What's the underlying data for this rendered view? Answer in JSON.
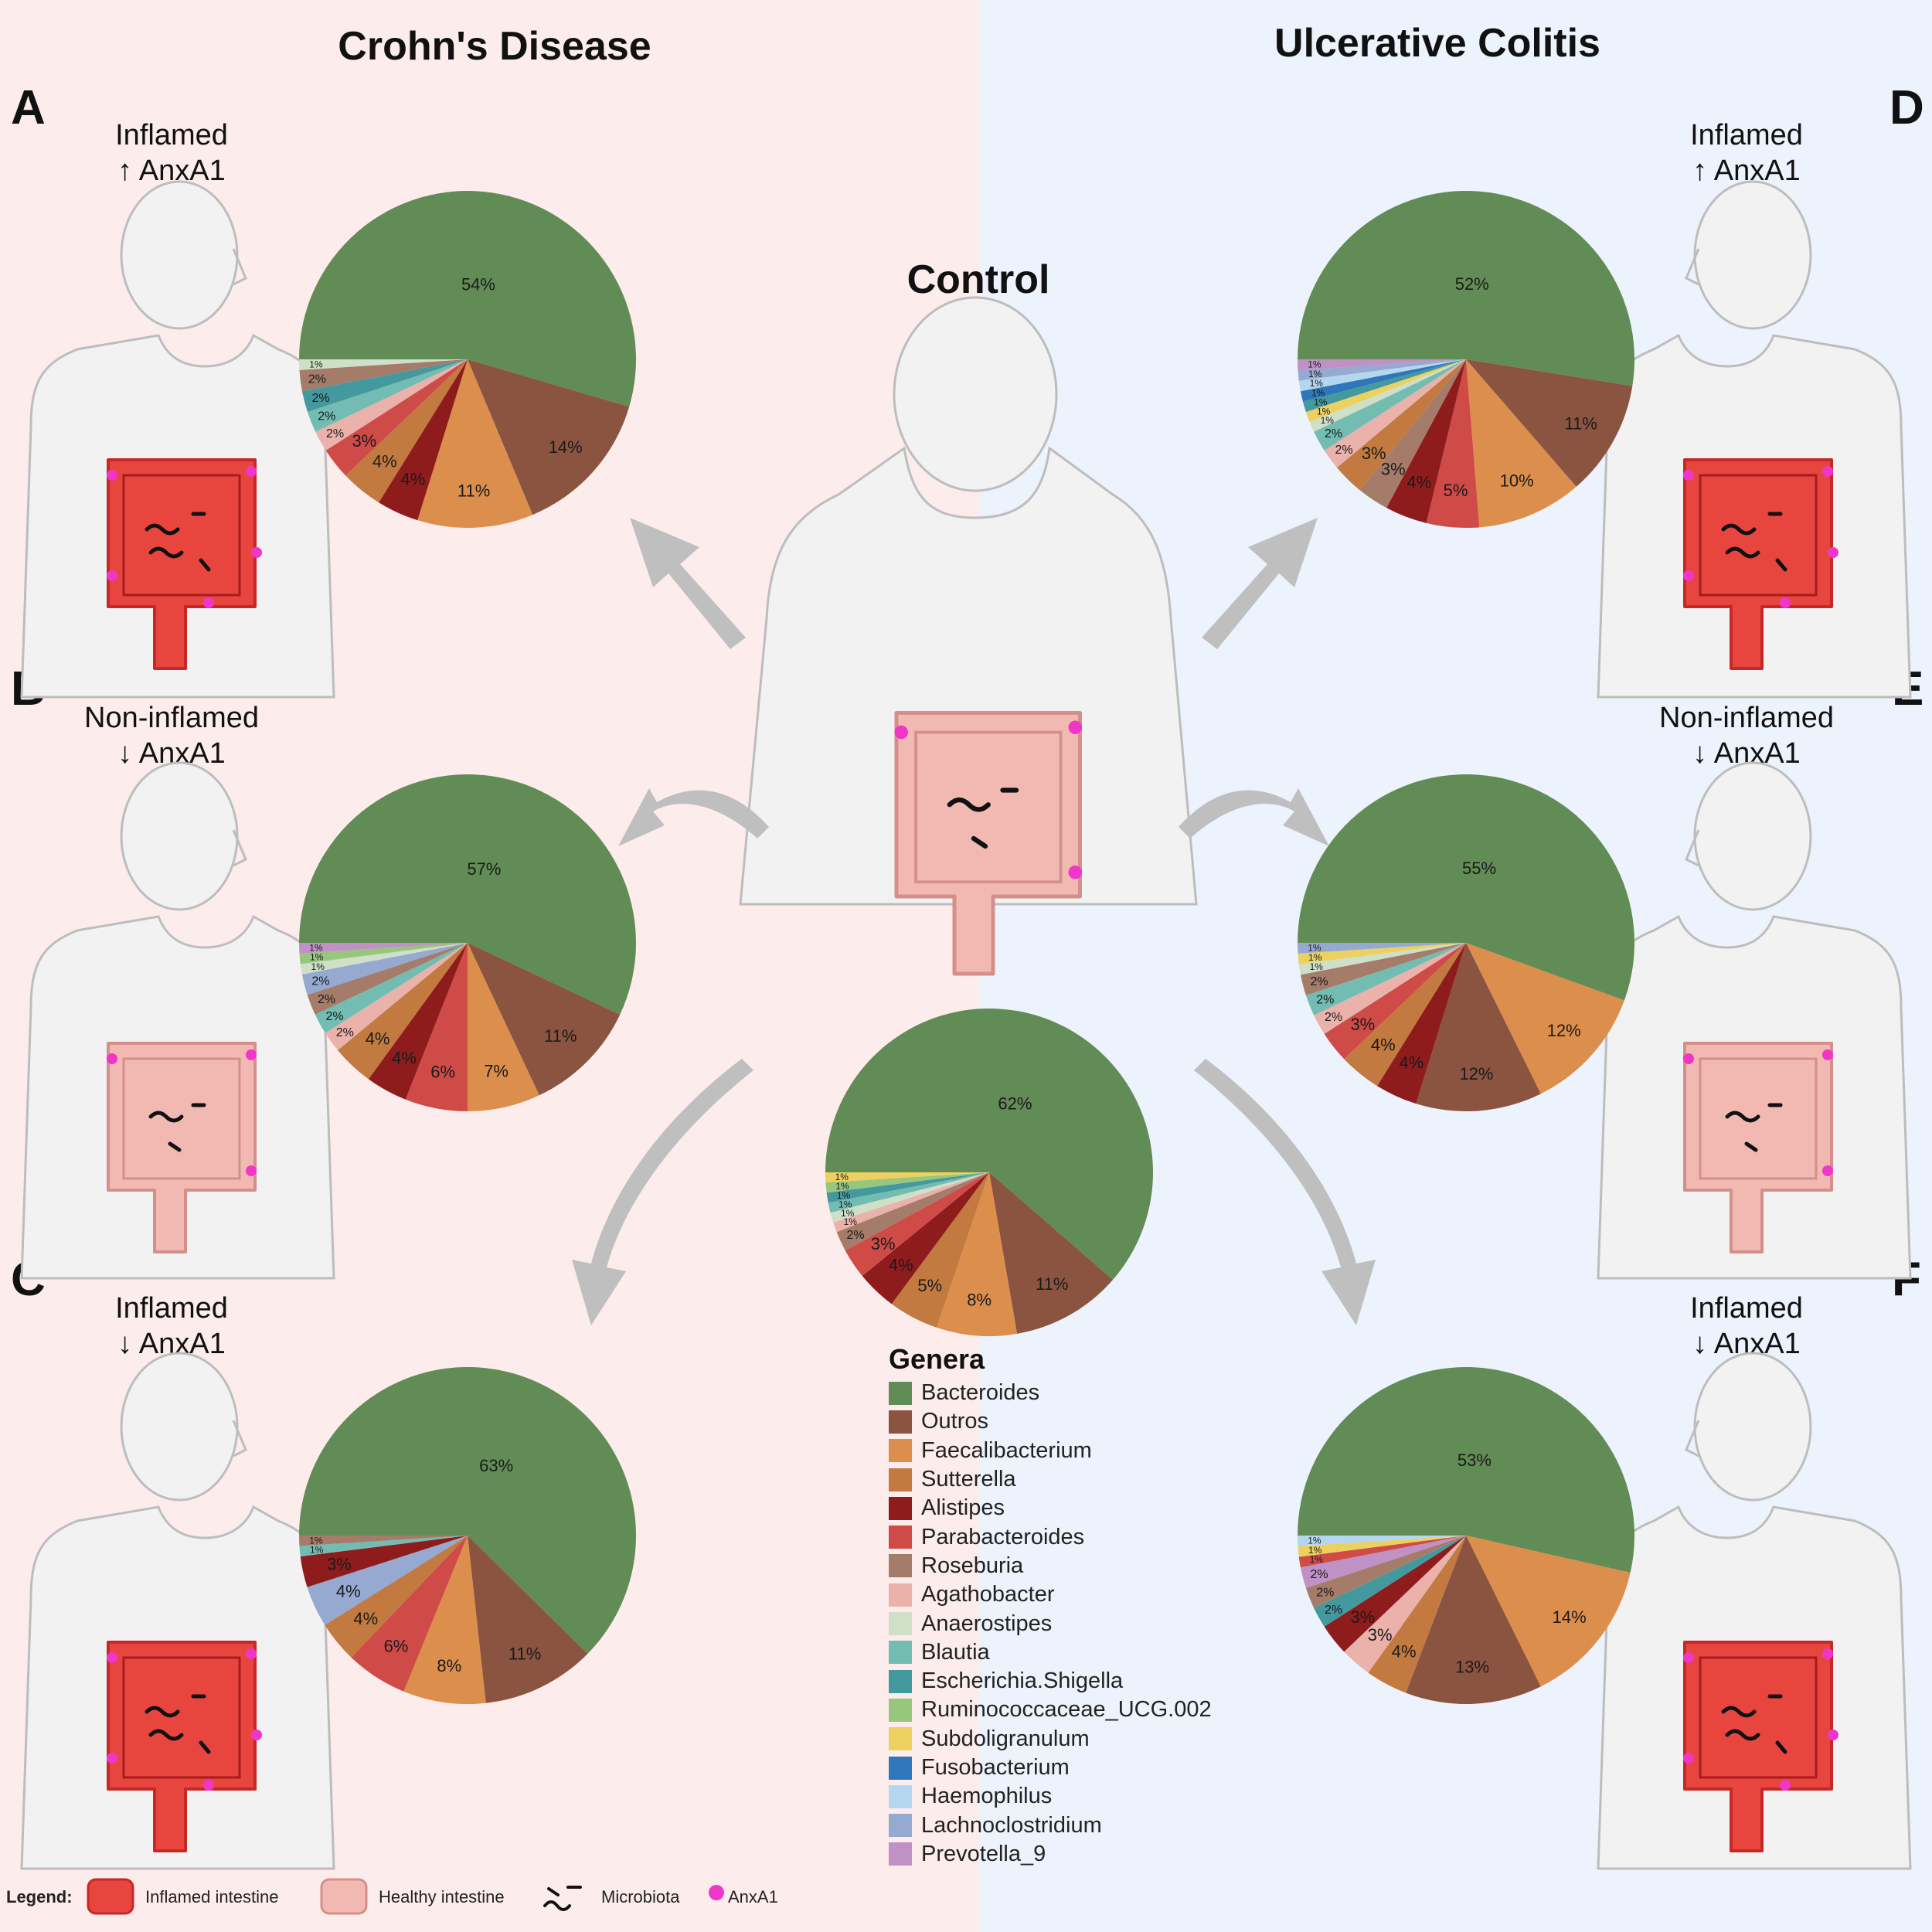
{
  "titles": {
    "crohns": "Crohn's Disease",
    "uc": "Ulcerative Colitis",
    "control": "Control"
  },
  "panels": [
    {
      "letter": "A",
      "line1": "Inflamed",
      "line2": "↑ AnxA1"
    },
    {
      "letter": "B",
      "line1": "Non-inflamed",
      "line2": "↓ AnxA1"
    },
    {
      "letter": "C",
      "line1": "Inflamed",
      "line2": "↓ AnxA1"
    },
    {
      "letter": "D",
      "line1": "Inflamed",
      "line2": "↑ AnxA1"
    },
    {
      "letter": "E",
      "line1": "Non-inflamed",
      "line2": "↓ AnxA1"
    },
    {
      "letter": "F",
      "line1": "Inflamed",
      "line2": "↓ AnxA1"
    }
  ],
  "legend": {
    "title": "Genera",
    "genera": [
      {
        "name": "Bacteroides",
        "color": "#628c55"
      },
      {
        "name": "Outros",
        "color": "#8a5440"
      },
      {
        "name": "Faecalibacterium",
        "color": "#dc8e4c"
      },
      {
        "name": "Sutterella",
        "color": "#c27a40"
      },
      {
        "name": "Alistipes",
        "color": "#8f1c1c"
      },
      {
        "name": "Parabacteroides",
        "color": "#cf4b47"
      },
      {
        "name": "Roseburia",
        "color": "#a57c6a"
      },
      {
        "name": "Agathobacter",
        "color": "#ebb1ab"
      },
      {
        "name": "Anaerostipes",
        "color": "#cfdfc8"
      },
      {
        "name": "Blautia",
        "color": "#72bcb1"
      },
      {
        "name": "Escherichia.Shigella",
        "color": "#44999f"
      },
      {
        "name": "Ruminococcaceae_UCG.002",
        "color": "#97c77c"
      },
      {
        "name": "Subdoligranulum",
        "color": "#ecd060"
      },
      {
        "name": "Fusobacterium",
        "color": "#2f76ba"
      },
      {
        "name": "Haemophilus",
        "color": "#b5d6ef"
      },
      {
        "name": "Lachnoclostridium",
        "color": "#95a9d1"
      },
      {
        "name": "Prevotella_9",
        "color": "#c091c5"
      }
    ]
  },
  "bottom_legend": {
    "label": "Legend:",
    "inflamed": "Inflamed intestine",
    "healthy": "Healthy intestine",
    "microbiota": "Microbiota",
    "anxa1": "AnxA1"
  },
  "chart_data": [
    {
      "type": "pie",
      "panel": "A",
      "slices": [
        [
          "Bacteroides",
          54
        ],
        [
          "Outros",
          14
        ],
        [
          "Faecalibacterium",
          11
        ],
        [
          "Alistipes",
          4
        ],
        [
          "Sutterella",
          4
        ],
        [
          "Parabacteroides",
          3
        ],
        [
          "Agathobacter",
          2
        ],
        [
          "Blautia",
          2
        ],
        [
          "Escherichia.Shigella",
          2
        ],
        [
          "Roseburia",
          2
        ],
        [
          "Anaerostipes",
          1
        ]
      ]
    },
    {
      "type": "pie",
      "panel": "B",
      "slices": [
        [
          "Bacteroides",
          57
        ],
        [
          "Outros",
          11
        ],
        [
          "Faecalibacterium",
          7
        ],
        [
          "Parabacteroides",
          6
        ],
        [
          "Alistipes",
          4
        ],
        [
          "Sutterella",
          4
        ],
        [
          "Agathobacter",
          2
        ],
        [
          "Blautia",
          2
        ],
        [
          "Roseburia",
          2
        ],
        [
          "Lachnoclostridium",
          2
        ],
        [
          "Anaerostipes",
          1
        ],
        [
          "Ruminococcaceae_UCG.002",
          1
        ],
        [
          "Prevotella_9",
          1
        ]
      ]
    },
    {
      "type": "pie",
      "panel": "C",
      "slices": [
        [
          "Bacteroides",
          63
        ],
        [
          "Outros",
          11
        ],
        [
          "Faecalibacterium",
          8
        ],
        [
          "Parabacteroides",
          6
        ],
        [
          "Sutterella",
          4
        ],
        [
          "Lachnoclostridium",
          4
        ],
        [
          "Alistipes",
          3
        ],
        [
          "Blautia",
          1
        ],
        [
          "Roseburia",
          1
        ]
      ]
    },
    {
      "type": "pie",
      "panel": "Control",
      "slices": [
        [
          "Bacteroides",
          62
        ],
        [
          "Outros",
          11
        ],
        [
          "Faecalibacterium",
          8
        ],
        [
          "Sutterella",
          5
        ],
        [
          "Alistipes",
          4
        ],
        [
          "Parabacteroides",
          3
        ],
        [
          "Roseburia",
          2
        ],
        [
          "Agathobacter",
          1
        ],
        [
          "Anaerostipes",
          1
        ],
        [
          "Blautia",
          1
        ],
        [
          "Escherichia.Shigella",
          1
        ],
        [
          "Ruminococcaceae_UCG.002",
          1
        ],
        [
          "Subdoligranulum",
          1
        ]
      ]
    },
    {
      "type": "pie",
      "panel": "D",
      "slices": [
        [
          "Bacteroides",
          52
        ],
        [
          "Outros",
          11
        ],
        [
          "Faecalibacterium",
          10
        ],
        [
          "Parabacteroides",
          5
        ],
        [
          "Alistipes",
          4
        ],
        [
          "Roseburia",
          3
        ],
        [
          "Sutterella",
          3
        ],
        [
          "Agathobacter",
          2
        ],
        [
          "Blautia",
          2
        ],
        [
          "Anaerostipes",
          1
        ],
        [
          "Subdoligranulum",
          1
        ],
        [
          "Escherichia.Shigella",
          1
        ],
        [
          "Fusobacterium",
          1
        ],
        [
          "Haemophilus",
          1
        ],
        [
          "Lachnoclostridium",
          1
        ],
        [
          "Prevotella_9",
          1
        ]
      ]
    },
    {
      "type": "pie",
      "panel": "E",
      "slices": [
        [
          "Bacteroides",
          55
        ],
        [
          "Faecalibacterium",
          12
        ],
        [
          "Outros",
          12
        ],
        [
          "Alistipes",
          4
        ],
        [
          "Sutterella",
          4
        ],
        [
          "Parabacteroides",
          3
        ],
        [
          "Agathobacter",
          2
        ],
        [
          "Blautia",
          2
        ],
        [
          "Roseburia",
          2
        ],
        [
          "Anaerostipes",
          1
        ],
        [
          "Subdoligranulum",
          1
        ],
        [
          "Lachnoclostridium",
          1
        ]
      ]
    },
    {
      "type": "pie",
      "panel": "F",
      "slices": [
        [
          "Bacteroides",
          53
        ],
        [
          "Faecalibacterium",
          14
        ],
        [
          "Outros",
          13
        ],
        [
          "Sutterella",
          4
        ],
        [
          "Agathobacter",
          3
        ],
        [
          "Alistipes",
          3
        ],
        [
          "Escherichia.Shigella",
          2
        ],
        [
          "Roseburia",
          2
        ],
        [
          "Prevotella_9",
          2
        ],
        [
          "Parabacteroides",
          1
        ],
        [
          "Subdoligranulum",
          1
        ],
        [
          "Haemophilus",
          1
        ]
      ]
    }
  ]
}
